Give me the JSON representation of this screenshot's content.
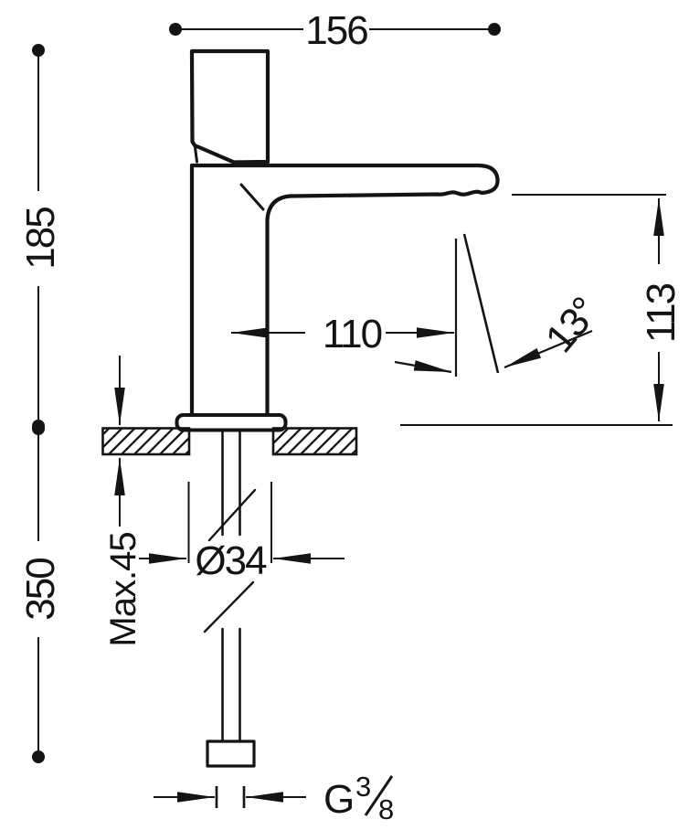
{
  "drawing": {
    "background_color": "#ffffff",
    "line_color": "#141414",
    "dimensions": {
      "spout_width": "156",
      "height_above_counter": "185",
      "height_below_counter": "350",
      "spout_reach": "110",
      "outlet_height": "113",
      "stream_angle": "13°",
      "max_counter_thickness": "Max.45",
      "body_diameter": "Ø34",
      "thread": {
        "prefix": "G",
        "numerator": "3",
        "denominator": "8"
      }
    }
  }
}
